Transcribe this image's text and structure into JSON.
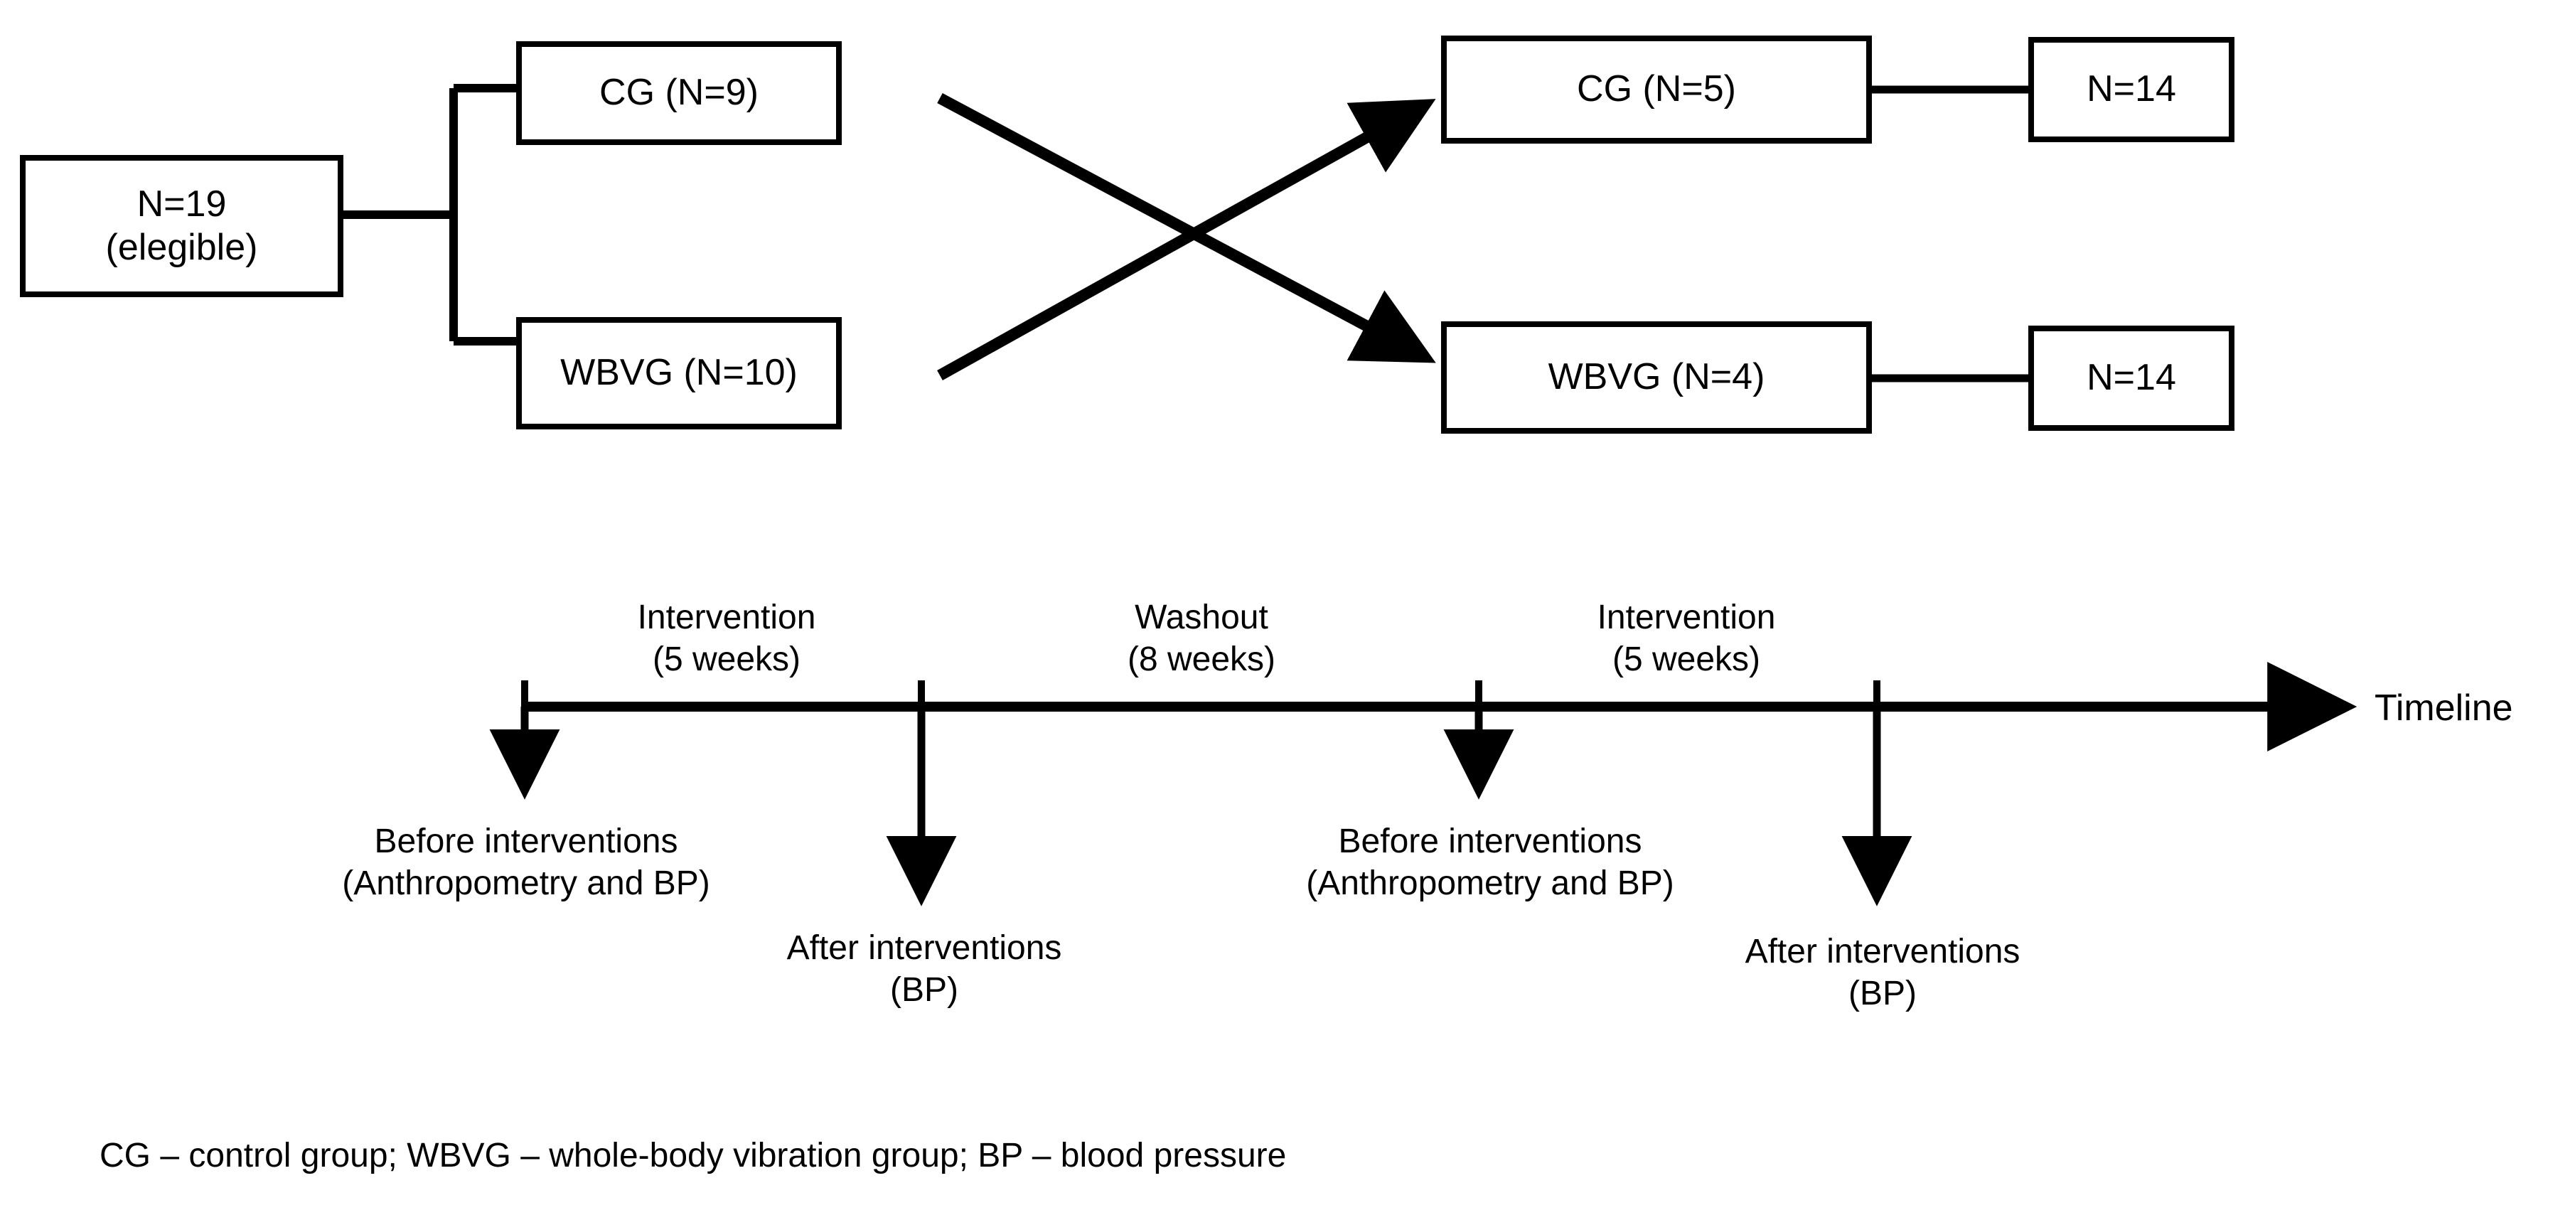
{
  "figure": {
    "type": "study-flow-and-timeline-diagram",
    "colors": {
      "stroke": "#000000",
      "fill": "#ffffff",
      "text": "#000000"
    }
  },
  "flow": {
    "nodes": [
      {
        "id": "eligible",
        "lines": [
          "N=19",
          "(elegible)"
        ]
      },
      {
        "id": "cg-9",
        "lines": [
          "CG (N=9)"
        ]
      },
      {
        "id": "wbvg-10",
        "lines": [
          "WBVG (N=10)"
        ]
      },
      {
        "id": "cg-5",
        "lines": [
          "CG (N=5)"
        ]
      },
      {
        "id": "wbvg-4",
        "lines": [
          "WBVG (N=4)"
        ]
      },
      {
        "id": "total-top",
        "lines": [
          "N=14"
        ]
      },
      {
        "id": "total-bot",
        "lines": [
          "N=14"
        ]
      }
    ],
    "edges": [
      {
        "from": "eligible",
        "to": "cg-9",
        "style": "bracket"
      },
      {
        "from": "eligible",
        "to": "wbvg-10",
        "style": "bracket"
      },
      {
        "from": "cg-9",
        "to": "wbvg-4",
        "style": "arrow-crossover"
      },
      {
        "from": "wbvg-10",
        "to": "cg-5",
        "style": "arrow-crossover"
      },
      {
        "from": "cg-5",
        "to": "total-top",
        "style": "plain-line"
      },
      {
        "from": "wbvg-4",
        "to": "total-bot",
        "style": "plain-line"
      }
    ]
  },
  "timeline": {
    "axis_label": "Timeline",
    "periods": [
      {
        "name": "Intervention",
        "duration": "(5 weeks)"
      },
      {
        "name": "Washout",
        "duration": "(8 weeks)"
      },
      {
        "name": "Intervention",
        "duration": "(5 weeks)"
      }
    ],
    "markers": [
      {
        "title": "Before interventions",
        "detail": "(Anthropometry and BP)"
      },
      {
        "title": "After interventions",
        "detail": "(BP)"
      },
      {
        "title": "Before interventions",
        "detail": "(Anthropometry and BP)"
      },
      {
        "title": "After interventions",
        "detail": "(BP)"
      }
    ]
  },
  "legend": {
    "text": "CG – control group; WBVG – whole-body vibration group; BP – blood pressure"
  }
}
